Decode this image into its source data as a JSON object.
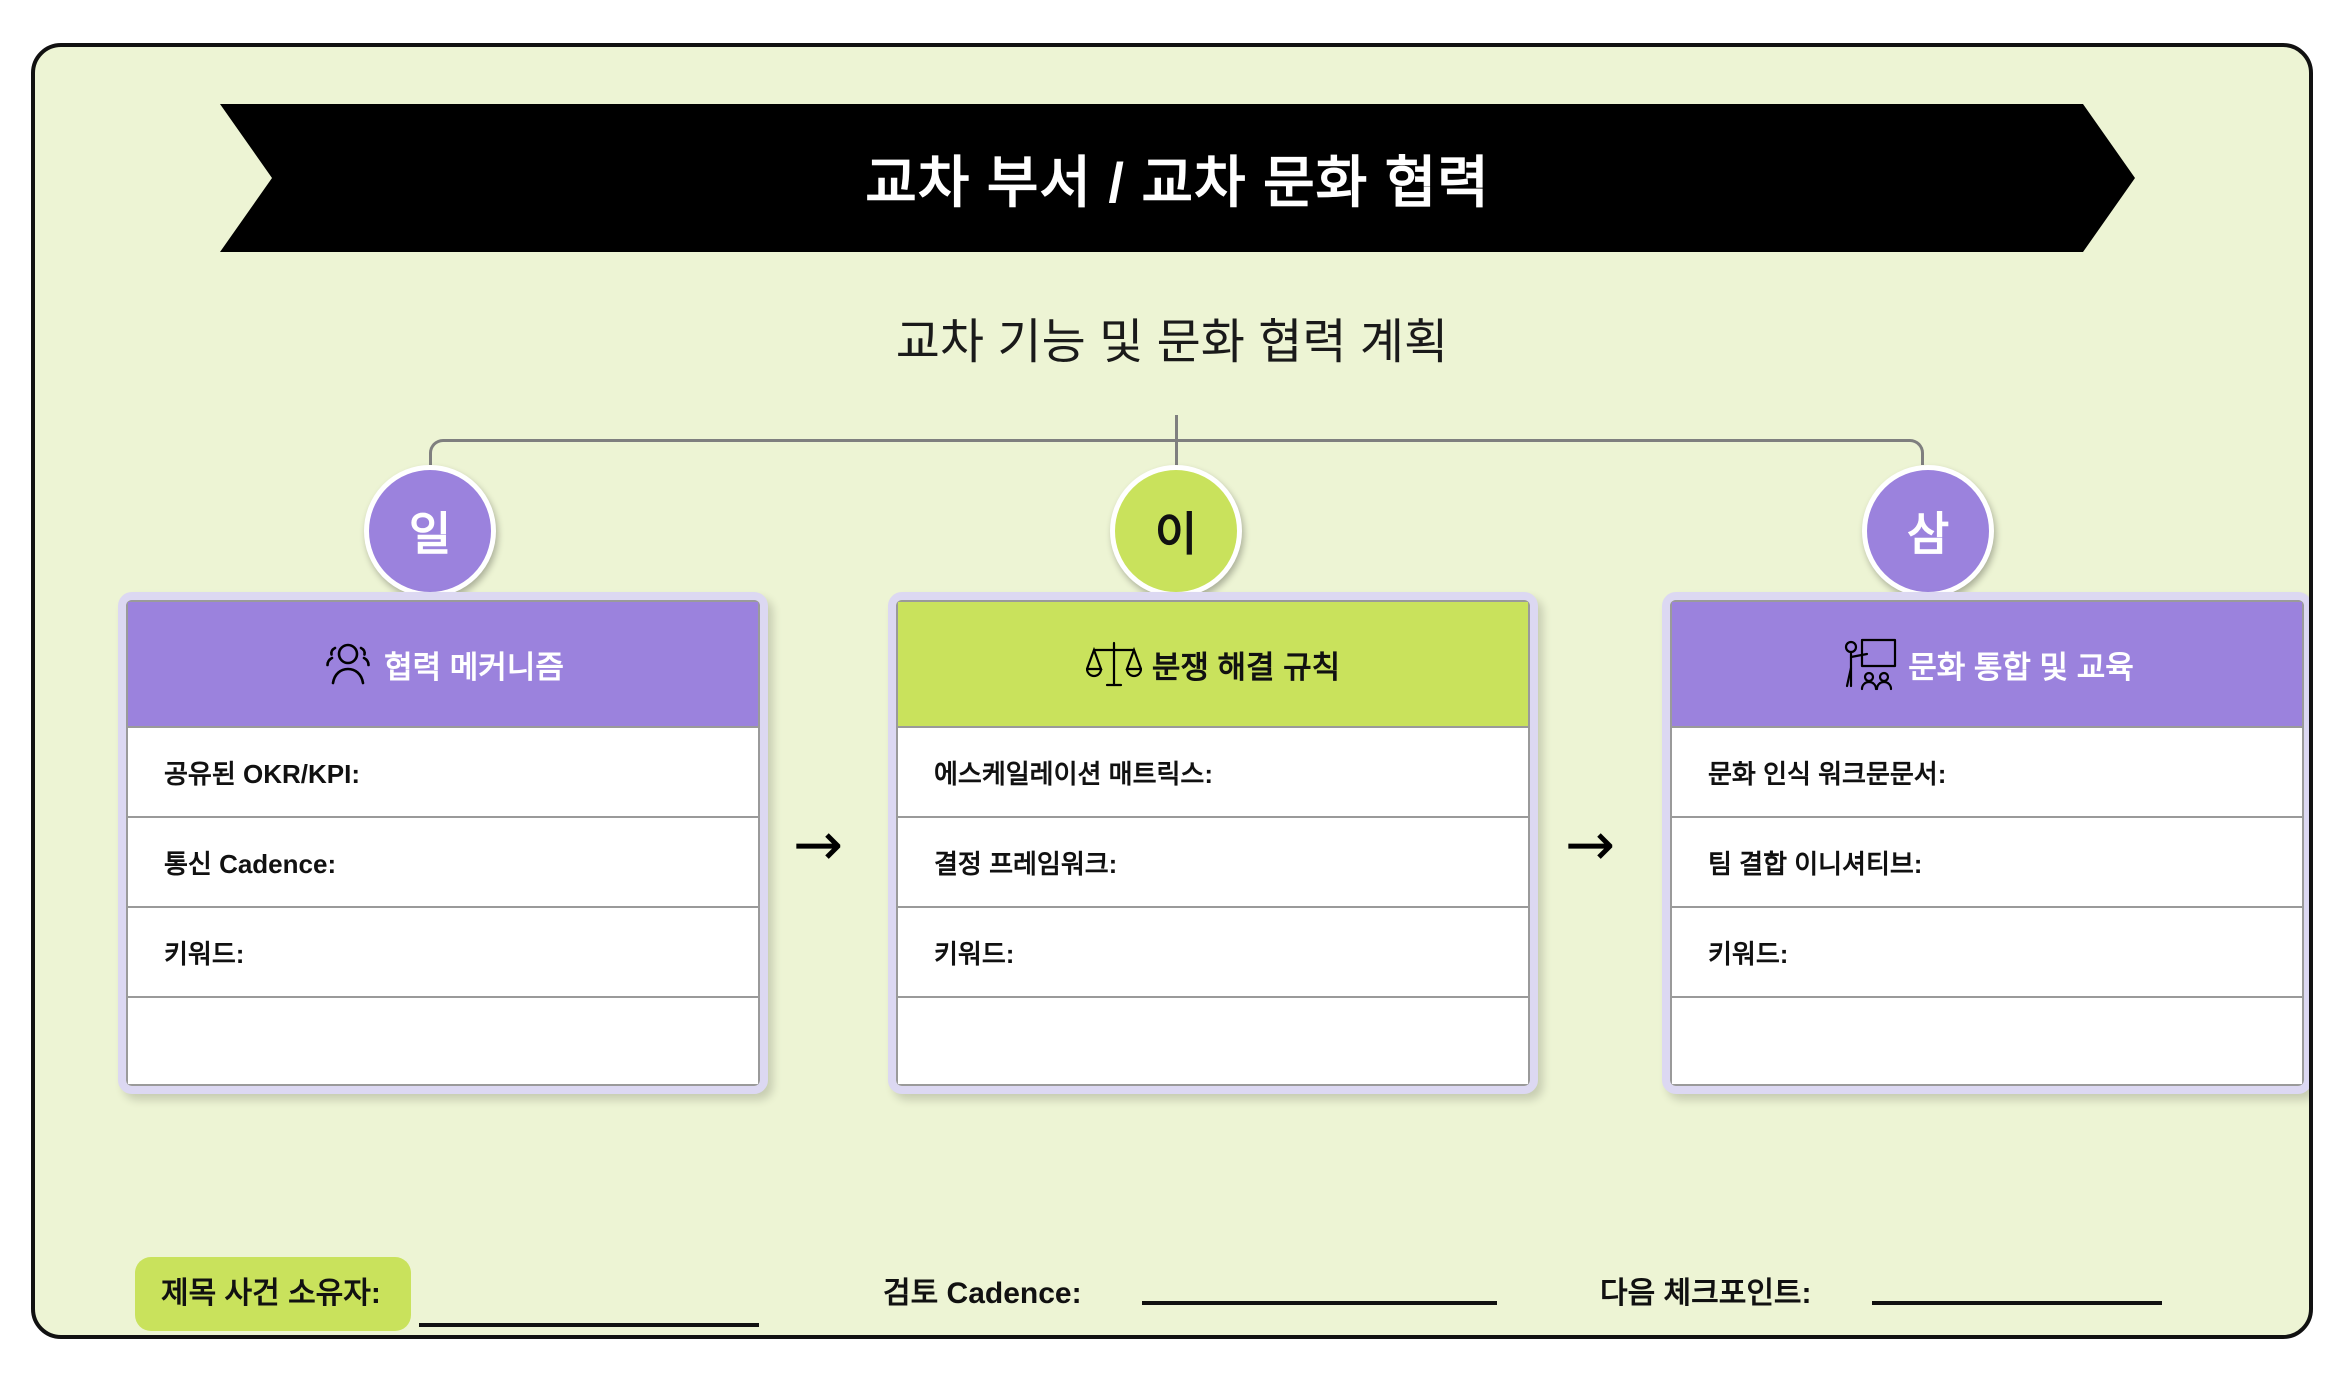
{
  "header": {
    "title": "교차 부서 / 교차 문화 협력"
  },
  "subtitle": "교차 기능 및 문화 협력 계획",
  "steps": [
    {
      "badge": "일",
      "color": "#9b82dd"
    },
    {
      "badge": "이",
      "color": "#c9e25c"
    },
    {
      "badge": "삼",
      "color": "#9b82dd"
    }
  ],
  "cards": [
    {
      "icon": "people-group-icon",
      "title": "협력 메커니즘",
      "header_color": "#9b82dd",
      "rows": [
        "공유된 OKR/KPI:",
        "통신 Cadence:",
        "키워드:",
        ""
      ]
    },
    {
      "icon": "scales-of-justice-icon",
      "title": "분쟁 해결 규칙",
      "header_color": "#c9e25c",
      "rows": [
        "에스케일레이션 매트릭스:",
        "결정 프레임워크:",
        "키워드:",
        ""
      ]
    },
    {
      "icon": "presenter-training-icon",
      "title": "문화 통합 및 교육",
      "header_color": "#9b82dd",
      "rows": [
        "문화 인식 워크문문서:",
        "팀 결합 이니셔티브:",
        "키워드:",
        ""
      ]
    }
  ],
  "arrows": [
    "→",
    "→"
  ],
  "footer": {
    "owner_label": "제목 사건 소유자:",
    "review_label": "검토 Cadence:",
    "checkpoint_label": "다음 체크포인트:"
  },
  "colors": {
    "page_background": "#edf4d4",
    "purple": "#9b82dd",
    "green": "#c9e25c",
    "banner": "#000000",
    "card_border": "#dcd8f2"
  }
}
